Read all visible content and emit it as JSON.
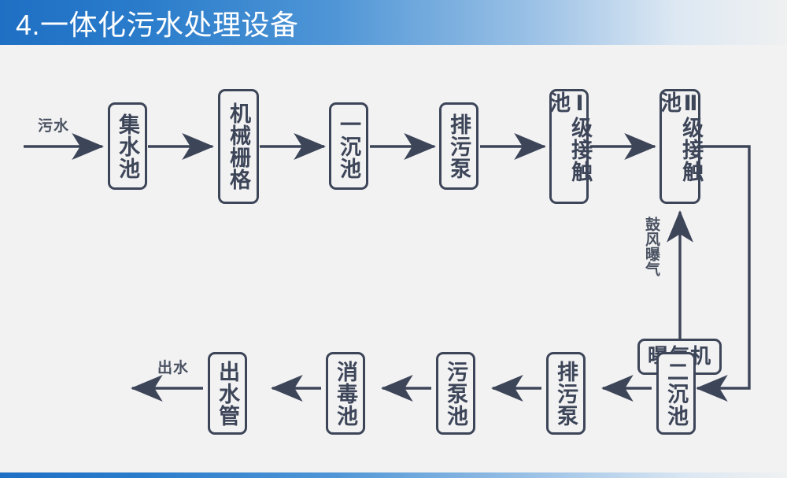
{
  "header": {
    "title": "4.一体化污水处理设备",
    "accent_color": "#1f6fc4",
    "text_color": "#ffffff"
  },
  "theme": {
    "background": "#f2f2f2",
    "stroke_color": "#3d4559",
    "caption_color": "#4a5262"
  },
  "diagram": {
    "type": "process-flowchart",
    "captions": {
      "influent": "污水",
      "effluent": "出水",
      "aeration": "鼓风曝气"
    },
    "top_row": [
      {
        "label": "集水池",
        "chars": 3
      },
      {
        "label": "机械栅格",
        "chars": 4
      },
      {
        "label": "一沉池",
        "chars": 3
      },
      {
        "label": "排污泵",
        "chars": 3
      },
      {
        "label": "Ⅰ级接触池",
        "chars": 4
      },
      {
        "label": "Ⅱ级接触池",
        "chars": 4
      }
    ],
    "aerator": {
      "label": "曝气机"
    },
    "bottom_row": [
      {
        "label": "二沉池",
        "chars": 3
      },
      {
        "label": "排污泵",
        "chars": 3
      },
      {
        "label": "污泵池",
        "chars": 3
      },
      {
        "label": "消毒池",
        "chars": 3
      },
      {
        "label": "出水管",
        "chars": 3
      }
    ]
  }
}
